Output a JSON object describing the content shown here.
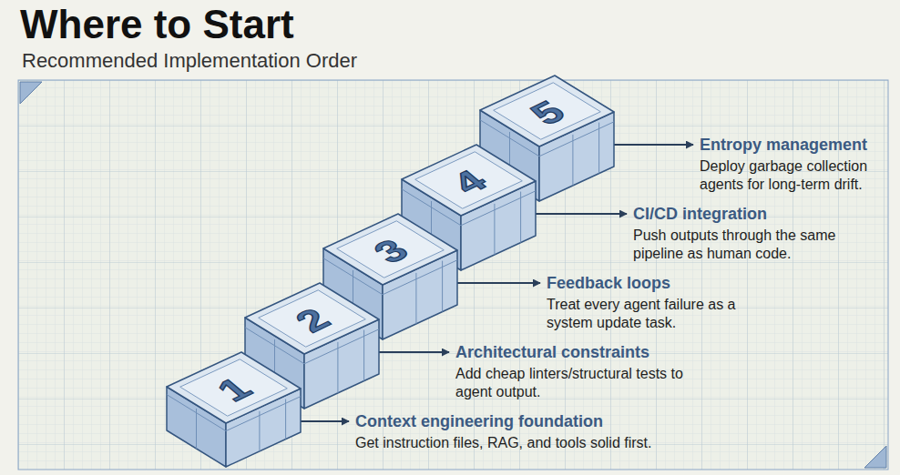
{
  "diagram": {
    "title": "Where to Start",
    "nodes": [
      {
        "text": [
          "1"
        ]
      },
      {
        "text": [
          "Context engineering foundation",
          "Get instruction files, RAG, and tools solid first."
        ]
      },
      {
        "text": [
          "2"
        ]
      },
      {
        "text": [
          "Architectural constraints",
          "Add cheap linters/structural tests to agent output."
        ]
      },
      {
        "text": [
          "3"
        ]
      },
      {
        "text": [
          "Feedback loops",
          "Treat every agent failure as a system update task."
        ]
      },
      {
        "text": [
          "4"
        ]
      },
      {
        "text": [
          "CI/CD integration",
          "Push outputs through the same pipeline as human code."
        ]
      },
      {
        "text": [
          "5"
        ]
      },
      {
        "text": [
          "Entropy management",
          "Deploy garbage collection agents for long-term drift."
        ]
      }
    ],
    "edges": [
      {
        "from": 0,
        "to": 1,
        "arrow": "to"
      },
      {
        "from": 2,
        "to": 3,
        "arrow": "to"
      },
      {
        "from": 4,
        "to": 5,
        "arrow": "to"
      },
      {
        "from": 6,
        "to": 7,
        "arrow": "to"
      },
      {
        "from": 8,
        "to": 9,
        "arrow": "to"
      }
    ],
    "labels": [
      "Recommended Implementation Order"
    ]
  }
}
